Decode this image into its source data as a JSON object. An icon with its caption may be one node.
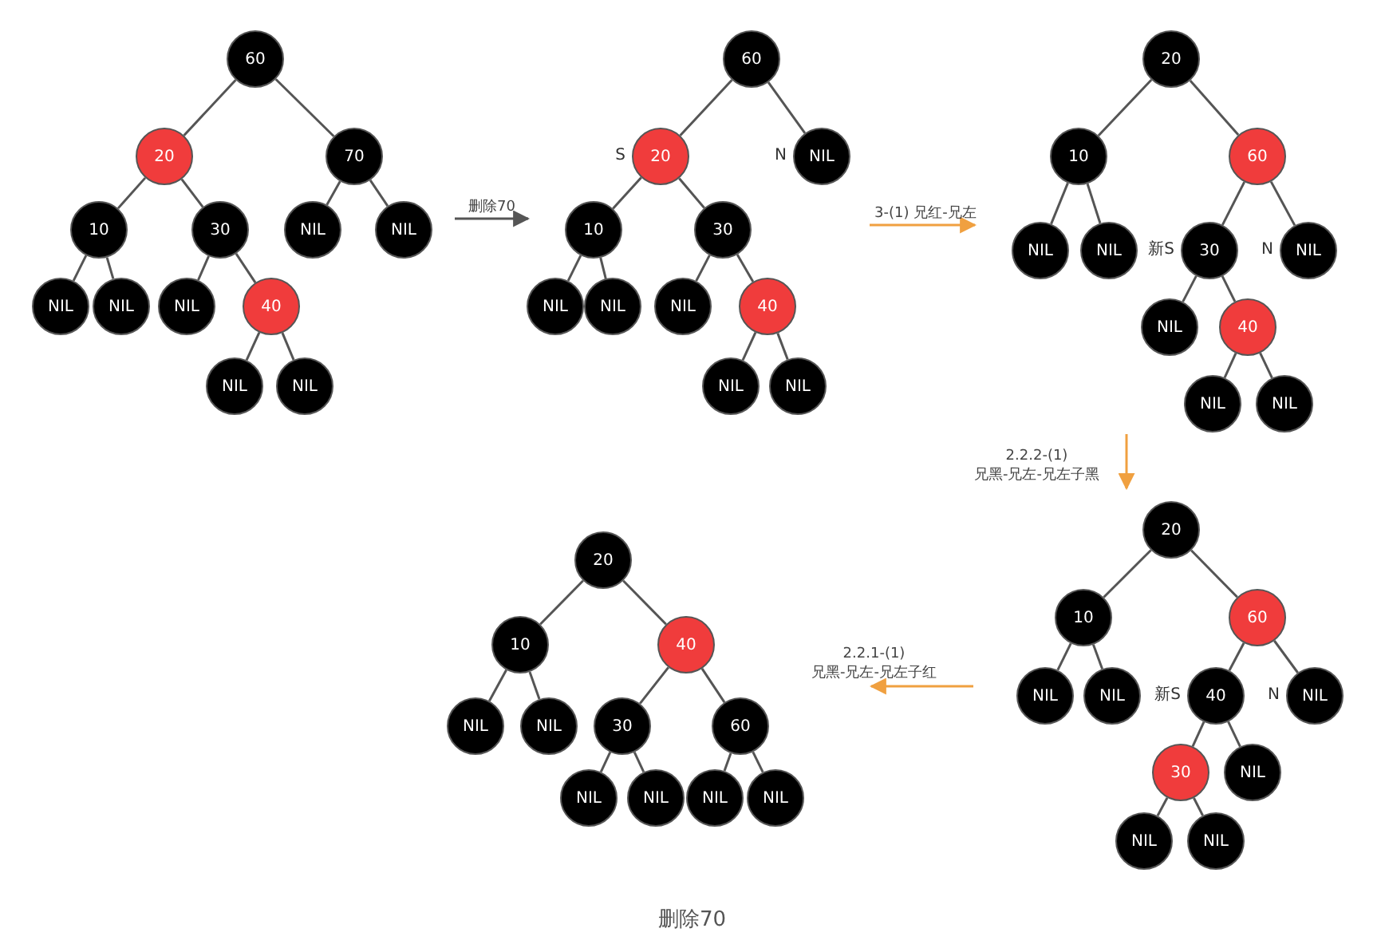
{
  "diagram": {
    "caption": "删除70",
    "nodes": [
      {
        "text": [
          "60"
        ]
      },
      {
        "text": [
          "20"
        ]
      },
      {
        "text": [
          "70"
        ]
      },
      {
        "text": [
          "10"
        ]
      },
      {
        "text": [
          "30"
        ]
      },
      {
        "text": [
          "NIL"
        ]
      },
      {
        "text": [
          "NIL"
        ]
      },
      {
        "text": [
          "NIL"
        ]
      },
      {
        "text": [
          "NIL"
        ]
      },
      {
        "text": [
          "NIL"
        ]
      },
      {
        "text": [
          "40"
        ]
      },
      {
        "text": [
          "NIL"
        ]
      },
      {
        "text": [
          "NIL"
        ]
      },
      {
        "text": [
          "60"
        ]
      },
      {
        "text": [
          "20"
        ],
        "beside": [
          "S"
        ]
      },
      {
        "text": [
          "NIL"
        ],
        "beside": [
          "N"
        ]
      },
      {
        "text": [
          "10"
        ]
      },
      {
        "text": [
          "30"
        ]
      },
      {
        "text": [
          "NIL"
        ]
      },
      {
        "text": [
          "NIL"
        ]
      },
      {
        "text": [
          "NIL"
        ]
      },
      {
        "text": [
          "40"
        ]
      },
      {
        "text": [
          "NIL"
        ]
      },
      {
        "text": [
          "NIL"
        ]
      },
      {
        "text": [
          "20"
        ]
      },
      {
        "text": [
          "10"
        ]
      },
      {
        "text": [
          "60"
        ]
      },
      {
        "text": [
          "NIL"
        ]
      },
      {
        "text": [
          "NIL"
        ]
      },
      {
        "text": [
          "30"
        ],
        "beside": [
          "新S"
        ]
      },
      {
        "text": [
          "NIL"
        ],
        "beside": [
          "N"
        ]
      },
      {
        "text": [
          "NIL"
        ]
      },
      {
        "text": [
          "40"
        ]
      },
      {
        "text": [
          "NIL"
        ]
      },
      {
        "text": [
          "NIL"
        ]
      },
      {
        "text": [
          "20"
        ]
      },
      {
        "text": [
          "10"
        ]
      },
      {
        "text": [
          "60"
        ]
      },
      {
        "text": [
          "NIL"
        ]
      },
      {
        "text": [
          "NIL"
        ]
      },
      {
        "text": [
          "40"
        ],
        "beside": [
          "新S"
        ]
      },
      {
        "text": [
          "NIL"
        ],
        "beside": [
          "N"
        ]
      },
      {
        "text": [
          "30"
        ]
      },
      {
        "text": [
          "NIL"
        ]
      },
      {
        "text": [
          "NIL"
        ]
      },
      {
        "text": [
          "NIL"
        ]
      },
      {
        "text": [
          "20"
        ]
      },
      {
        "text": [
          "10"
        ]
      },
      {
        "text": [
          "40"
        ]
      },
      {
        "text": [
          "NIL"
        ]
      },
      {
        "text": [
          "NIL"
        ]
      },
      {
        "text": [
          "30"
        ]
      },
      {
        "text": [
          "60"
        ]
      },
      {
        "text": [
          "NIL"
        ]
      },
      {
        "text": [
          "NIL"
        ]
      },
      {
        "text": [
          "NIL"
        ]
      },
      {
        "text": [
          "NIL"
        ]
      }
    ],
    "edges": [
      {
        "from": 0,
        "to": 1,
        "arrow": "none"
      },
      {
        "from": 0,
        "to": 2,
        "arrow": "none"
      },
      {
        "from": 1,
        "to": 3,
        "arrow": "none"
      },
      {
        "from": 1,
        "to": 4,
        "arrow": "none"
      },
      {
        "from": 2,
        "to": 5,
        "arrow": "none"
      },
      {
        "from": 2,
        "to": 6,
        "arrow": "none"
      },
      {
        "from": 3,
        "to": 7,
        "arrow": "none"
      },
      {
        "from": 3,
        "to": 8,
        "arrow": "none"
      },
      {
        "from": 4,
        "to": 9,
        "arrow": "none"
      },
      {
        "from": 4,
        "to": 10,
        "arrow": "none"
      },
      {
        "from": 10,
        "to": 11,
        "arrow": "none"
      },
      {
        "from": 10,
        "to": 12,
        "arrow": "none"
      },
      {
        "from": 13,
        "to": 14,
        "arrow": "none"
      },
      {
        "from": 13,
        "to": 15,
        "arrow": "none"
      },
      {
        "from": 14,
        "to": 16,
        "arrow": "none"
      },
      {
        "from": 14,
        "to": 17,
        "arrow": "none"
      },
      {
        "from": 16,
        "to": 18,
        "arrow": "none"
      },
      {
        "from": 16,
        "to": 19,
        "arrow": "none"
      },
      {
        "from": 17,
        "to": 20,
        "arrow": "none"
      },
      {
        "from": 17,
        "to": 21,
        "arrow": "none"
      },
      {
        "from": 21,
        "to": 22,
        "arrow": "none"
      },
      {
        "from": 21,
        "to": 23,
        "arrow": "none"
      },
      {
        "from": 24,
        "to": 25,
        "arrow": "none"
      },
      {
        "from": 24,
        "to": 26,
        "arrow": "none"
      },
      {
        "from": 25,
        "to": 27,
        "arrow": "none"
      },
      {
        "from": 25,
        "to": 28,
        "arrow": "none"
      },
      {
        "from": 26,
        "to": 29,
        "arrow": "none"
      },
      {
        "from": 26,
        "to": 30,
        "arrow": "none"
      },
      {
        "from": 29,
        "to": 31,
        "arrow": "none"
      },
      {
        "from": 29,
        "to": 32,
        "arrow": "none"
      },
      {
        "from": 32,
        "to": 33,
        "arrow": "none"
      },
      {
        "from": 32,
        "to": 34,
        "arrow": "none"
      },
      {
        "from": 35,
        "to": 36,
        "arrow": "none"
      },
      {
        "from": 35,
        "to": 37,
        "arrow": "none"
      },
      {
        "from": 36,
        "to": 38,
        "arrow": "none"
      },
      {
        "from": 36,
        "to": 39,
        "arrow": "none"
      },
      {
        "from": 37,
        "to": 40,
        "arrow": "none"
      },
      {
        "from": 37,
        "to": 41,
        "arrow": "none"
      },
      {
        "from": 40,
        "to": 42,
        "arrow": "none"
      },
      {
        "from": 40,
        "to": 43,
        "arrow": "none"
      },
      {
        "from": 42,
        "to": 44,
        "arrow": "none"
      },
      {
        "from": 42,
        "to": 45,
        "arrow": "none"
      },
      {
        "from": 46,
        "to": 47,
        "arrow": "none"
      },
      {
        "from": 46,
        "to": 48,
        "arrow": "none"
      },
      {
        "from": 47,
        "to": 49,
        "arrow": "none"
      },
      {
        "from": 47,
        "to": 50,
        "arrow": "none"
      },
      {
        "from": 48,
        "to": 51,
        "arrow": "none"
      },
      {
        "from": 48,
        "to": 52,
        "arrow": "none"
      },
      {
        "from": 51,
        "to": 53,
        "arrow": "none"
      },
      {
        "from": 51,
        "to": 54,
        "arrow": "none"
      },
      {
        "from": 52,
        "to": 55,
        "arrow": "none"
      },
      {
        "from": 52,
        "to": 56,
        "arrow": "none"
      }
    ],
    "labels": [
      "删除70",
      "3-(1) 兄红-兄左",
      "2.2.2-(1) 兄黑-兄左-兄左子黑",
      "2.2.1-(1) 兄黑-兄左-兄左子红"
    ]
  }
}
